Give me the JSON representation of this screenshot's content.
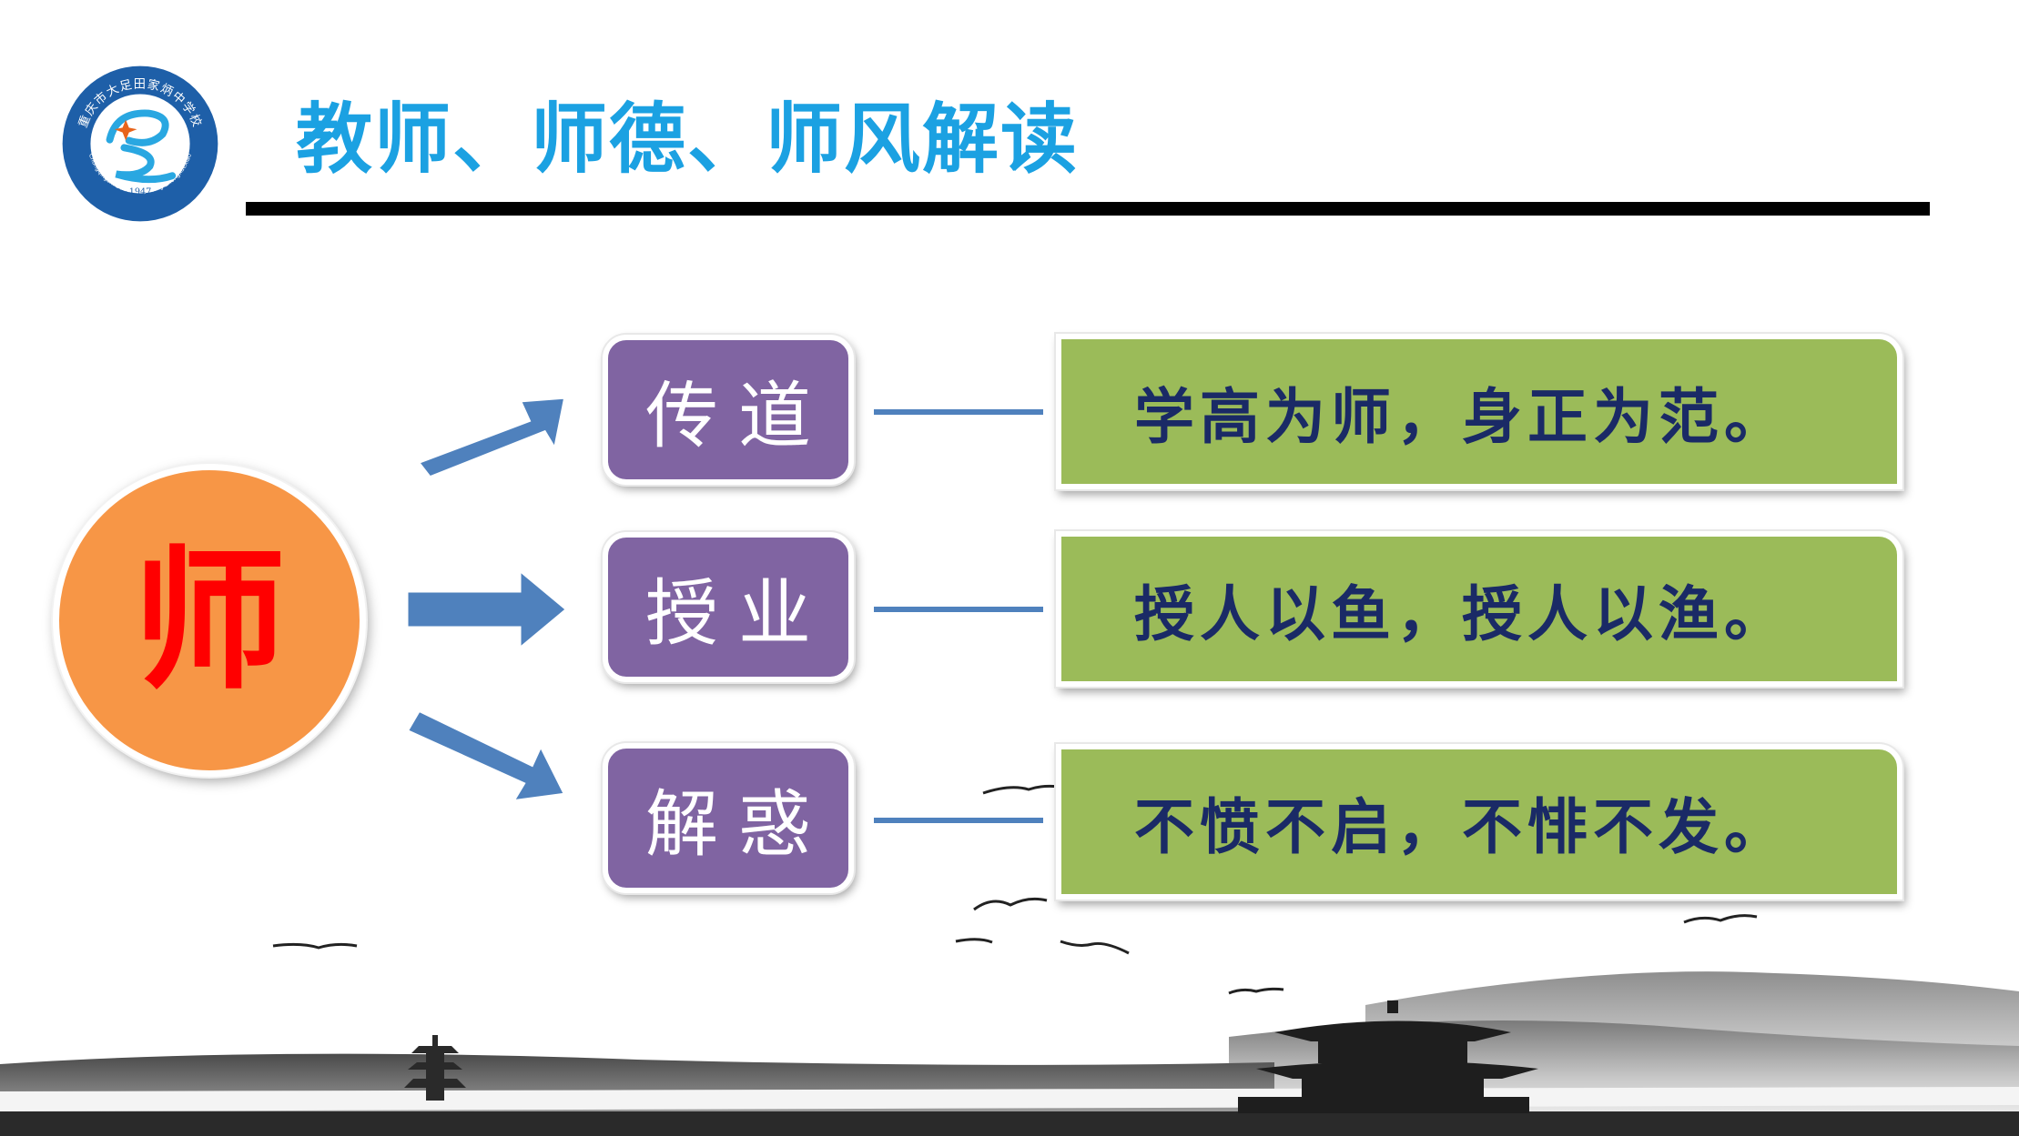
{
  "logo": {
    "arc_text": "重庆市大足田家炳中学校",
    "latin_text": "Chongqingshi Dazu Tianjiabing Zhongxuexiao",
    "year": "1947"
  },
  "title": "教师、师德、师风解读",
  "center": {
    "label": "师"
  },
  "rows": [
    {
      "role": "传道",
      "quote": "学高为师，身正为范。"
    },
    {
      "role": "授业",
      "quote": "授人以鱼，授人以渔。"
    },
    {
      "role": "解惑",
      "quote": "不愤不启，不悱不发。"
    }
  ],
  "colors": {
    "title": "#1ba1e2",
    "title_bar": "#000000",
    "circle": "#f79646",
    "circle_text": "#ff0000",
    "arrow": "#4f81bd",
    "role_box": "#8064a2",
    "quote_box": "#9bbb59",
    "quote_text": "#1a2a66"
  }
}
